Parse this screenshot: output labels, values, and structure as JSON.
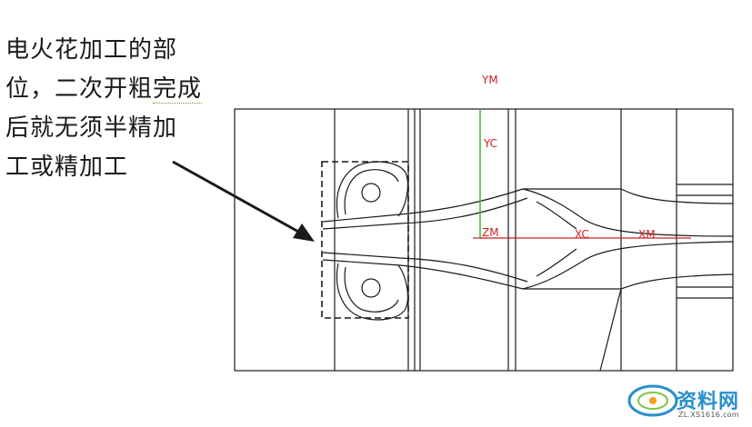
{
  "annotation": {
    "line1": "电火花加工的部",
    "line2a": "位，二次开粗",
    "line2b": "完成",
    "line3": "后就无须半精加",
    "line4": "工或精加工"
  },
  "axes": {
    "ym": "YM",
    "yc": "YC",
    "zm": "ZM",
    "xc": "XC",
    "xm": "XM"
  },
  "colors": {
    "drawing_line": "#1a1a1a",
    "axis_red": "#cc2222",
    "axis_green": "#33bb33",
    "watermark_blue": "#2a8fcc"
  },
  "watermark": {
    "text": "资料网",
    "url": "ZL.XS1616.com"
  }
}
